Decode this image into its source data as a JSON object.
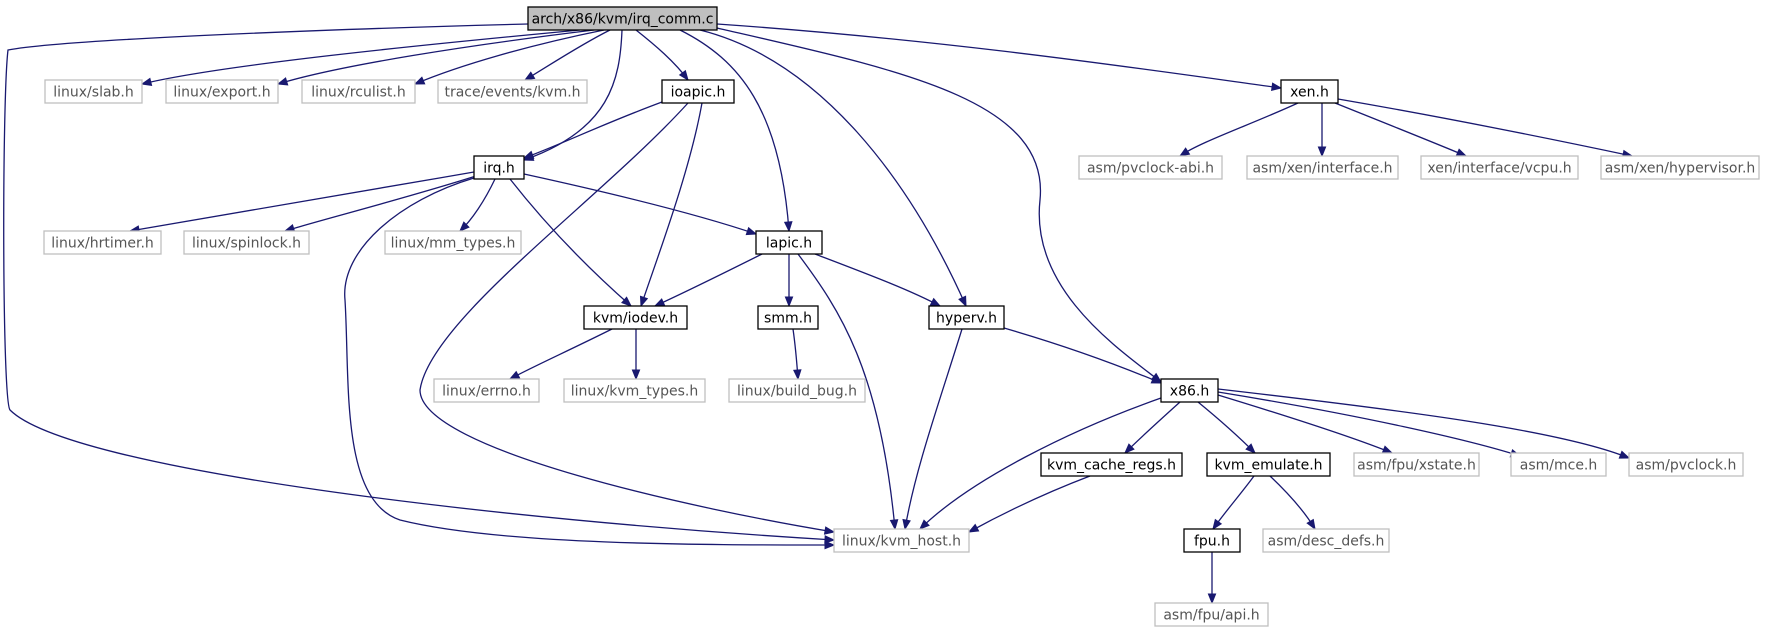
{
  "graph": {
    "root": "arch/x86/kvm/irq_comm.c",
    "colors": {
      "edge": "#191970",
      "documented_border": "#000000",
      "undocumented_border": "#bfbfbf",
      "root_fill": "#bfbfbf"
    },
    "nodes": [
      {
        "id": "root",
        "label": "arch/x86/kvm/irq_comm.c",
        "kind": "root"
      },
      {
        "id": "slab",
        "label": "linux/slab.h",
        "kind": "sys"
      },
      {
        "id": "export",
        "label": "linux/export.h",
        "kind": "sys"
      },
      {
        "id": "rculist",
        "label": "linux/rculist.h",
        "kind": "sys"
      },
      {
        "id": "trace",
        "label": "trace/events/kvm.h",
        "kind": "sys"
      },
      {
        "id": "ioapic",
        "label": "ioapic.h",
        "kind": "doc"
      },
      {
        "id": "xen",
        "label": "xen.h",
        "kind": "doc"
      },
      {
        "id": "pvclockabi",
        "label": "asm/pvclock-abi.h",
        "kind": "sys"
      },
      {
        "id": "xeninterface",
        "label": "asm/xen/interface.h",
        "kind": "sys"
      },
      {
        "id": "xenvcpu",
        "label": "xen/interface/vcpu.h",
        "kind": "sys"
      },
      {
        "id": "xenhyp",
        "label": "asm/xen/hypervisor.h",
        "kind": "sys"
      },
      {
        "id": "irq",
        "label": "irq.h",
        "kind": "doc"
      },
      {
        "id": "hrtimer",
        "label": "linux/hrtimer.h",
        "kind": "sys"
      },
      {
        "id": "spinlock",
        "label": "linux/spinlock.h",
        "kind": "sys"
      },
      {
        "id": "mmtypes",
        "label": "linux/mm_types.h",
        "kind": "sys"
      },
      {
        "id": "lapic",
        "label": "lapic.h",
        "kind": "doc"
      },
      {
        "id": "kvmiodev",
        "label": "kvm/iodev.h",
        "kind": "doc"
      },
      {
        "id": "smm",
        "label": "smm.h",
        "kind": "doc"
      },
      {
        "id": "hyperv",
        "label": "hyperv.h",
        "kind": "doc"
      },
      {
        "id": "errno",
        "label": "linux/errno.h",
        "kind": "sys"
      },
      {
        "id": "kvmtypes",
        "label": "linux/kvm_types.h",
        "kind": "sys"
      },
      {
        "id": "buildbug",
        "label": "linux/build_bug.h",
        "kind": "sys"
      },
      {
        "id": "x86",
        "label": "x86.h",
        "kind": "doc"
      },
      {
        "id": "cacheregs",
        "label": "kvm_cache_regs.h",
        "kind": "doc"
      },
      {
        "id": "emulate",
        "label": "kvm_emulate.h",
        "kind": "doc"
      },
      {
        "id": "xstate",
        "label": "asm/fpu/xstate.h",
        "kind": "sys"
      },
      {
        "id": "mce",
        "label": "asm/mce.h",
        "kind": "sys"
      },
      {
        "id": "pvclock",
        "label": "asm/pvclock.h",
        "kind": "sys"
      },
      {
        "id": "kvmhost",
        "label": "linux/kvm_host.h",
        "kind": "sys"
      },
      {
        "id": "fpu",
        "label": "fpu.h",
        "kind": "doc"
      },
      {
        "id": "descdefs",
        "label": "asm/desc_defs.h",
        "kind": "sys"
      },
      {
        "id": "fpuapi",
        "label": "asm/fpu/api.h",
        "kind": "sys"
      }
    ],
    "edges": [
      [
        "root",
        "slab"
      ],
      [
        "root",
        "export"
      ],
      [
        "root",
        "rculist"
      ],
      [
        "root",
        "trace"
      ],
      [
        "root",
        "ioapic"
      ],
      [
        "root",
        "xen"
      ],
      [
        "root",
        "irq"
      ],
      [
        "root",
        "lapic"
      ],
      [
        "root",
        "hyperv"
      ],
      [
        "root",
        "x86"
      ],
      [
        "root",
        "kvmhost"
      ],
      [
        "xen",
        "pvclockabi"
      ],
      [
        "xen",
        "xeninterface"
      ],
      [
        "xen",
        "xenvcpu"
      ],
      [
        "xen",
        "xenhyp"
      ],
      [
        "ioapic",
        "irq"
      ],
      [
        "ioapic",
        "kvmiodev"
      ],
      [
        "ioapic",
        "kvmhost"
      ],
      [
        "irq",
        "hrtimer"
      ],
      [
        "irq",
        "spinlock"
      ],
      [
        "irq",
        "mmtypes"
      ],
      [
        "irq",
        "lapic"
      ],
      [
        "irq",
        "kvmiodev"
      ],
      [
        "irq",
        "kvmhost"
      ],
      [
        "lapic",
        "kvmiodev"
      ],
      [
        "lapic",
        "smm"
      ],
      [
        "lapic",
        "hyperv"
      ],
      [
        "lapic",
        "kvmhost"
      ],
      [
        "kvmiodev",
        "errno"
      ],
      [
        "kvmiodev",
        "kvmtypes"
      ],
      [
        "smm",
        "buildbug"
      ],
      [
        "hyperv",
        "x86"
      ],
      [
        "hyperv",
        "kvmhost"
      ],
      [
        "x86",
        "kvmhost"
      ],
      [
        "x86",
        "cacheregs"
      ],
      [
        "x86",
        "emulate"
      ],
      [
        "x86",
        "xstate"
      ],
      [
        "x86",
        "mce"
      ],
      [
        "x86",
        "pvclock"
      ],
      [
        "cacheregs",
        "kvmhost"
      ],
      [
        "emulate",
        "fpu"
      ],
      [
        "emulate",
        "descdefs"
      ],
      [
        "fpu",
        "fpuapi"
      ]
    ]
  }
}
